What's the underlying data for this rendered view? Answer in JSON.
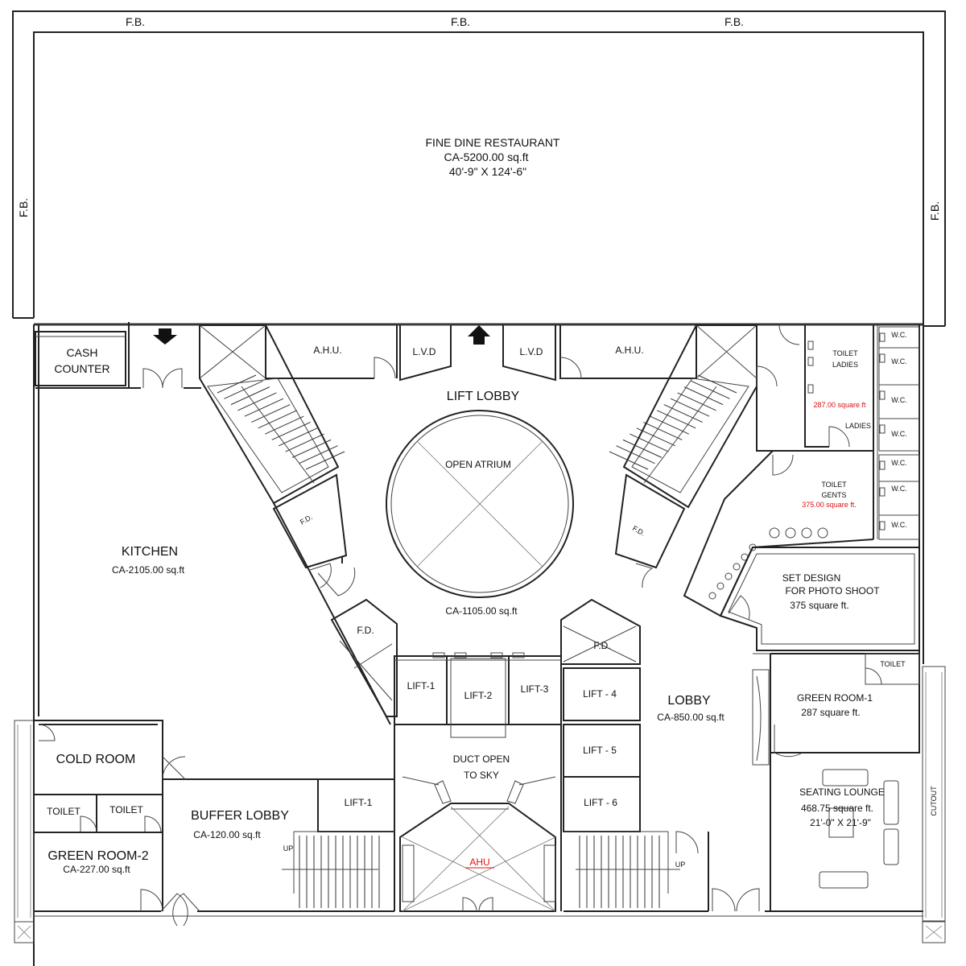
{
  "edges": {
    "fb_label": "F.B."
  },
  "restaurant": {
    "name": "FINE DINE RESTAURANT",
    "area": "CA-5200.00 sq.ft",
    "size": "40'-9\" X 124'-6\""
  },
  "cash_counter": {
    "line1": "CASH",
    "line2": "COUNTER"
  },
  "ahu_label": "A.H.U.",
  "lvd_label": "L.V.D",
  "lift_lobby": "LIFT LOBBY",
  "atrium": {
    "name": "OPEN ATRIUM",
    "area": "CA-1105.00 sq.ft"
  },
  "fd_label": "F.D.",
  "kitchen": {
    "name": "KITCHEN",
    "area": "CA-2105.00 sq.ft"
  },
  "toilet_ladies": {
    "line1": "TOILET",
    "line2": "LADIES",
    "area": "287.00 square ft",
    "sub": "LADIES"
  },
  "toilet_gents": {
    "line1": "TOILET",
    "line2": "GENTS",
    "area": "375.00 square ft."
  },
  "wc_label": "W.C.",
  "set_design": {
    "line1": "SET DESIGN",
    "line2": "FOR PHOTO SHOOT",
    "area": "375 square ft."
  },
  "lifts": {
    "l1": "LIFT-1",
    "l2": "LIFT-2",
    "l3": "LIFT-3",
    "l4": "LIFT - 4",
    "l5": "LIFT - 5",
    "l6": "LIFT - 6",
    "l1b": "LIFT-1"
  },
  "lobby": {
    "name": "LOBBY",
    "area": "CA-850.00 sq.ft"
  },
  "toilet": "TOILET",
  "green_room_1": {
    "name": "GREEN ROOM-1",
    "area": "287 square ft."
  },
  "duct": {
    "line1": "DUCT OPEN",
    "line2": "TO  SKY"
  },
  "cold_room": "COLD ROOM",
  "toilet_a": "TOILET",
  "toilet_b": "TOILET",
  "buffer_lobby": {
    "name": "BUFFER LOBBY",
    "area": "CA-120.00 sq.ft"
  },
  "green_room_2": {
    "name": "GREEN ROOM-2",
    "area": "CA-227.00 sq.ft"
  },
  "ahu_center": "AHU",
  "seating_lounge": {
    "name": "SEATING LOUNGE",
    "area": "468.75 square ft.",
    "size": "21'-0\" X 21'-9\""
  },
  "cutout": "CUTOUT",
  "up": "UP",
  "colors": {
    "wall": "#222222",
    "accent_red": "#e01010"
  }
}
